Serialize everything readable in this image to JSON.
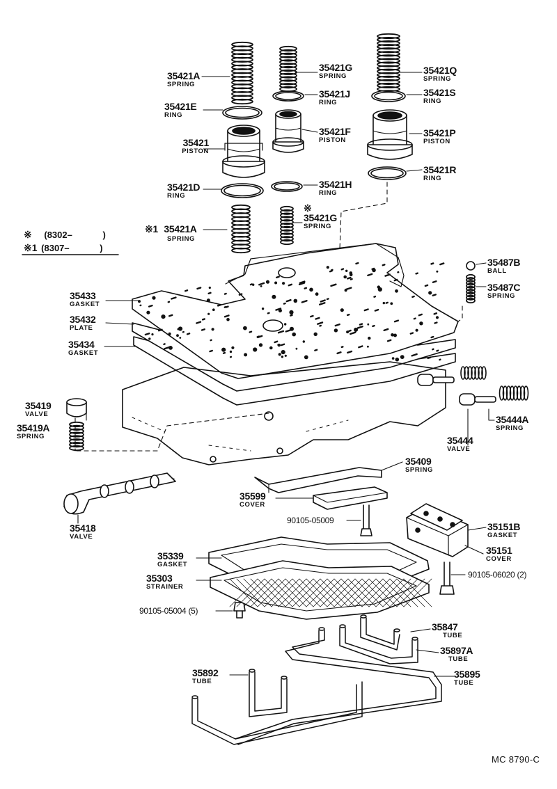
{
  "diagram": {
    "reference": "MC 8790-C",
    "legend": [
      {
        "symbol": "※",
        "text": "(8302–",
        "close": ")"
      },
      {
        "symbol": "※1",
        "text": "(8307–",
        "close": ")"
      }
    ],
    "callouts": [
      {
        "id": "c1",
        "prefix": "",
        "number": "35421A",
        "name": "SPRING"
      },
      {
        "id": "c2",
        "prefix": "",
        "number": "35421G",
        "name": "SPRING"
      },
      {
        "id": "c3",
        "prefix": "",
        "number": "35421Q",
        "name": "SPRING"
      },
      {
        "id": "c4",
        "prefix": "",
        "number": "35421J",
        "name": "RING"
      },
      {
        "id": "c5",
        "prefix": "",
        "number": "35421S",
        "name": "RING"
      },
      {
        "id": "c6",
        "prefix": "",
        "number": "35421E",
        "name": "RING"
      },
      {
        "id": "c7",
        "prefix": "",
        "number": "35421",
        "name": "PISTON"
      },
      {
        "id": "c8",
        "prefix": "",
        "number": "35421F",
        "name": "PISTON"
      },
      {
        "id": "c9",
        "prefix": "",
        "number": "35421P",
        "name": "PISTON"
      },
      {
        "id": "c10",
        "prefix": "",
        "number": "35421R",
        "name": "RING"
      },
      {
        "id": "c11",
        "prefix": "",
        "number": "35421D",
        "name": "RING"
      },
      {
        "id": "c12",
        "prefix": "",
        "number": "35421H",
        "name": "RING"
      },
      {
        "id": "c13",
        "prefix": "※",
        "number": "35421G",
        "name": "SPRING"
      },
      {
        "id": "c14",
        "prefix": "※1",
        "number": "35421A",
        "name": "SPRING"
      },
      {
        "id": "c15",
        "prefix": "",
        "number": "35487B",
        "name": "BALL"
      },
      {
        "id": "c16",
        "prefix": "",
        "number": "35487C",
        "name": "SPRING"
      },
      {
        "id": "c17",
        "prefix": "",
        "number": "35433",
        "name": "GASKET"
      },
      {
        "id": "c18",
        "prefix": "",
        "number": "35432",
        "name": "PLATE"
      },
      {
        "id": "c19",
        "prefix": "",
        "number": "35434",
        "name": "GASKET"
      },
      {
        "id": "c20",
        "prefix": "",
        "number": "35419",
        "name": "VALVE"
      },
      {
        "id": "c21",
        "prefix": "",
        "number": "35419A",
        "name": "SPRING"
      },
      {
        "id": "c22",
        "prefix": "",
        "number": "35444A",
        "name": "SPRING"
      },
      {
        "id": "c23",
        "prefix": "",
        "number": "35444",
        "name": "VALVE"
      },
      {
        "id": "c24",
        "prefix": "",
        "number": "35409",
        "name": "SPRING"
      },
      {
        "id": "c25",
        "prefix": "",
        "number": "35599",
        "name": "COVER"
      },
      {
        "id": "c26",
        "prefix": "",
        "number": "35418",
        "name": "VALVE"
      },
      {
        "id": "c27",
        "prefix": "",
        "number": "90105-05009",
        "name": ""
      },
      {
        "id": "c28",
        "prefix": "",
        "number": "35151B",
        "name": "GASKET"
      },
      {
        "id": "c29",
        "prefix": "",
        "number": "35151",
        "name": "COVER"
      },
      {
        "id": "c30",
        "prefix": "",
        "number": "35339",
        "name": "GASKET"
      },
      {
        "id": "c31",
        "prefix": "",
        "number": "35303",
        "name": "STRAINER"
      },
      {
        "id": "c32",
        "prefix": "",
        "number": "90105-06020 (2)",
        "name": ""
      },
      {
        "id": "c33",
        "prefix": "",
        "number": "90105-05004 (5)",
        "name": ""
      },
      {
        "id": "c34",
        "prefix": "",
        "number": "35847",
        "name": "TUBE"
      },
      {
        "id": "c35",
        "prefix": "",
        "number": "35897A",
        "name": "TUBE"
      },
      {
        "id": "c36",
        "prefix": "",
        "number": "35892",
        "name": "TUBE"
      },
      {
        "id": "c37",
        "prefix": "",
        "number": "35895",
        "name": "TUBE"
      }
    ]
  }
}
